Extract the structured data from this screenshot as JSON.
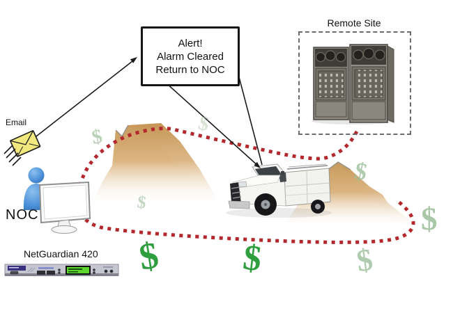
{
  "diagram": {
    "alert_box": {
      "line1": "Alert!",
      "line2": "Alarm Cleared",
      "line3": "Return to NOC"
    },
    "labels": {
      "email": "Email",
      "noc": "NOC",
      "device": "NetGuardian 420",
      "remote_site": "Remote Site"
    },
    "decor": {
      "dollar_symbol": "$"
    },
    "icons": {
      "email_envelope": "yellow-envelope-with-speed-lines",
      "noc_operator": "blue-person-silhouette",
      "noc_monitor": "desktop-monitor",
      "truck": "white-utility-truck",
      "remote_site_equipment": "two-telecom-cabinets",
      "netguardian_unit": "1u-rack-device-with-green-lcd",
      "route": "red-dotted-loop"
    },
    "colors": {
      "route_red": "#b3282c",
      "dollar_green_bold": "#2f9e3f",
      "dollar_green_faint": "#9cbf9a",
      "envelope_yellow": "#f1e87e",
      "person_blue": "#4a90d9",
      "mountain_tan": "#c89a5c",
      "lcd_green": "#5ed630",
      "device_label_purple": "#39307e"
    }
  }
}
